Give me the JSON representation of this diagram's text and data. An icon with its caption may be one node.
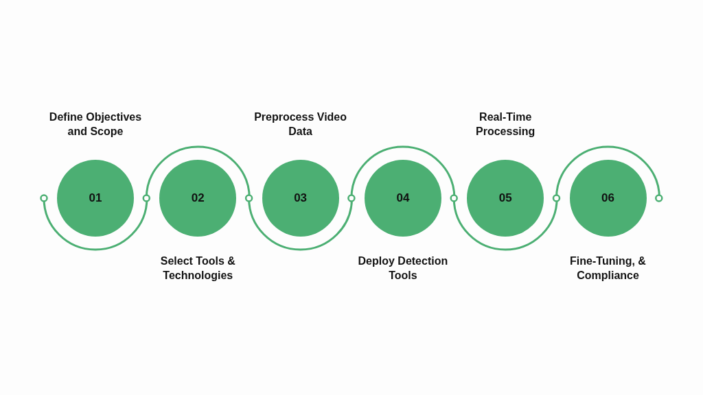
{
  "diagram": {
    "nodes": [
      {
        "text": [
          "Define Objectives and Scope",
          "01"
        ]
      },
      {
        "text": [
          "02",
          "Select Tools & Technologies"
        ]
      },
      {
        "text": [
          "Preprocess Video Data",
          "03"
        ]
      },
      {
        "text": [
          "04",
          "Deploy Detection Tools"
        ]
      },
      {
        "text": [
          "Real-Time Processing",
          "05"
        ]
      },
      {
        "text": [
          "06",
          "Fine-Tuning, & Compliance"
        ]
      }
    ]
  }
}
